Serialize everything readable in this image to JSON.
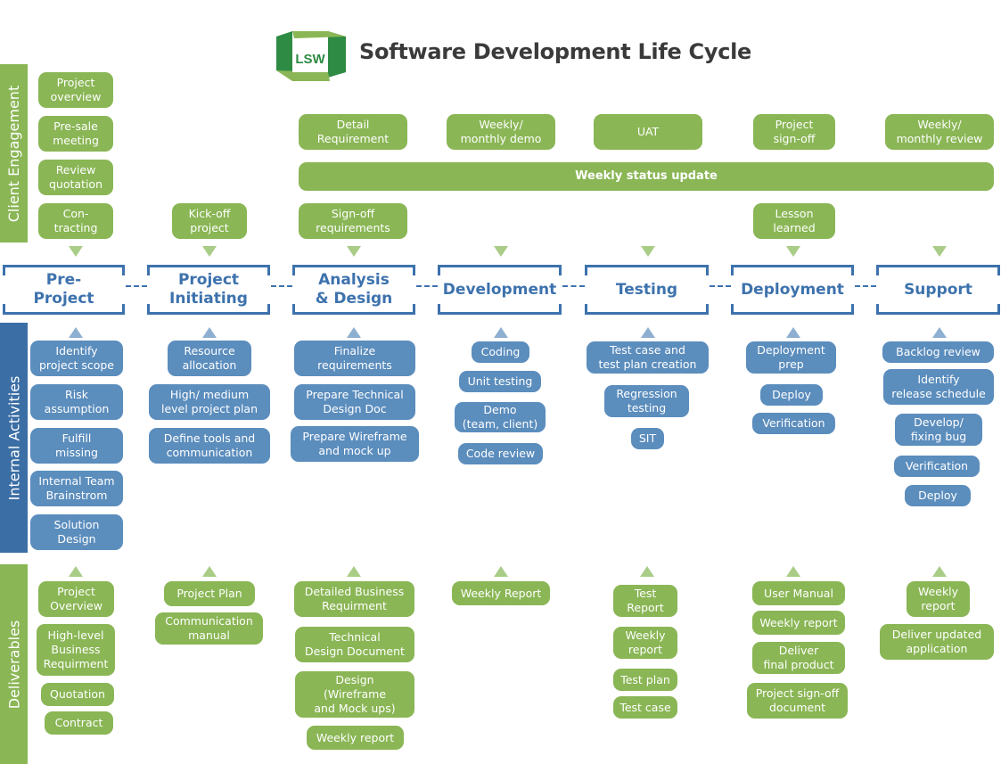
{
  "header": {
    "logo_text": "LSW",
    "title": "Software Development Life Cycle"
  },
  "colors": {
    "green": "#8ab655",
    "blue_box": "#5b8dbd",
    "blue_band": "#3b6ea5",
    "phase_border": "#3d72ad",
    "arrow_green": "#a9cc87",
    "arrow_blue": "#8eafd1",
    "title": "#3a3a3a"
  },
  "bands": {
    "client_engagement": "Client Engagement",
    "internal_activities": "Internal Activities",
    "deliverables": "Deliverables"
  },
  "phases": [
    {
      "label": "Pre-\nProject"
    },
    {
      "label": "Project\nInitiating"
    },
    {
      "label": "Analysis\n& Design"
    },
    {
      "label": "Development"
    },
    {
      "label": "Testing"
    },
    {
      "label": "Deployment"
    },
    {
      "label": "Support"
    }
  ],
  "client_engagement": {
    "pre_project": [
      "Project\noverview",
      "Pre-sale\nmeeting",
      "Review\nquotation",
      "Con-\ntracting"
    ],
    "project_initiating": [
      "Kick-off\nproject"
    ],
    "top_row": [
      "Detail\nRequirement",
      "Weekly/\nmonthly demo",
      "UAT",
      "Project\nsign-off",
      "Weekly/\nmonthly review"
    ],
    "status_bar": "Weekly status update",
    "analysis_design": [
      "Sign-off\nrequirements"
    ],
    "deployment": [
      "Lesson\nlearned"
    ]
  },
  "internal_activities": {
    "pre_project": [
      "Identify\nproject scope",
      "Risk\nassumption",
      "Fulfill\nmissing",
      "Internal Team\nBrainstrom",
      "Solution\nDesign"
    ],
    "project_initiating": [
      "Resource\nallocation",
      "High/ medium\nlevel project plan",
      "Define tools and\ncommunication"
    ],
    "analysis_design": [
      "Finalize\nrequirements",
      "Prepare Technical\nDesign Doc",
      "Prepare Wireframe\nand mock up"
    ],
    "development": [
      "Coding",
      "Unit testing",
      "Demo\n(team, client)",
      "Code review"
    ],
    "testing": [
      "Test case and\ntest plan creation",
      "Regression\ntesting",
      "SIT"
    ],
    "deployment": [
      "Deployment\nprep",
      "Deploy",
      "Verification"
    ],
    "support": [
      "Backlog review",
      "Identify\nrelease schedule",
      "Develop/\nfixing bug",
      "Verification",
      "Deploy"
    ]
  },
  "deliverables": {
    "pre_project": [
      "Project\nOverview",
      "High-level\nBusiness\nRequirment",
      "Quotation",
      "Contract"
    ],
    "project_initiating": [
      "Project Plan",
      "Communication\nmanual"
    ],
    "analysis_design": [
      "Detailed Business\nRequirment",
      "Technical\nDesign Document",
      "Design\n(Wireframe\nand Mock ups)",
      "Weekly report"
    ],
    "development": [
      "Weekly Report"
    ],
    "testing": [
      "Test\nReport",
      "Weekly\nreport",
      "Test plan",
      "Test case"
    ],
    "deployment": [
      "User Manual",
      "Weekly report",
      "Deliver\nfinal product",
      "Project sign-off\ndocument"
    ],
    "support": [
      "Weekly\nreport",
      "Deliver updated\napplication"
    ]
  }
}
